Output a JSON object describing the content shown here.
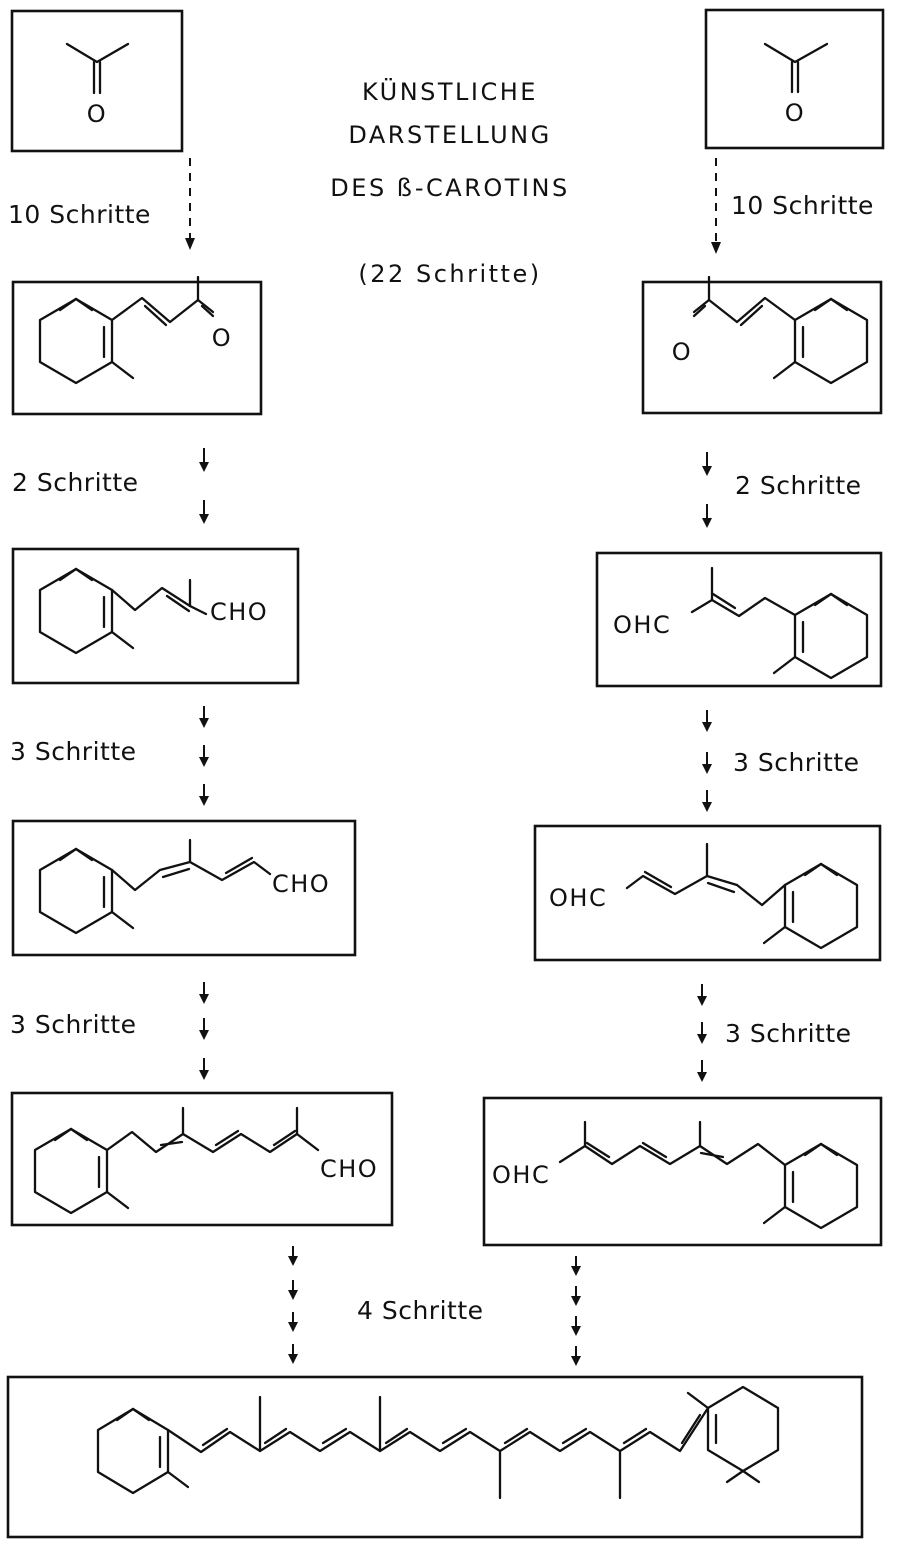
{
  "title": {
    "line1": "KÜNSTLICHE",
    "line2": "DARSTELLUNG",
    "line3": "DES ß-CAROTINS",
    "total_steps": "(22 Schritte)"
  },
  "steps": {
    "left_1": "10 Schritte",
    "right_1": "10 Schritte",
    "left_2": "2 Schritte",
    "right_2": "2 Schritte",
    "left_3": "3 Schritte",
    "right_3": "3 Schritte",
    "left_4": "3 Schritte",
    "right_4": "3 Schritte",
    "center_final": "4 Schritte"
  },
  "groups": {
    "o": "O",
    "cho": "CHO",
    "ohc": "OHC"
  }
}
